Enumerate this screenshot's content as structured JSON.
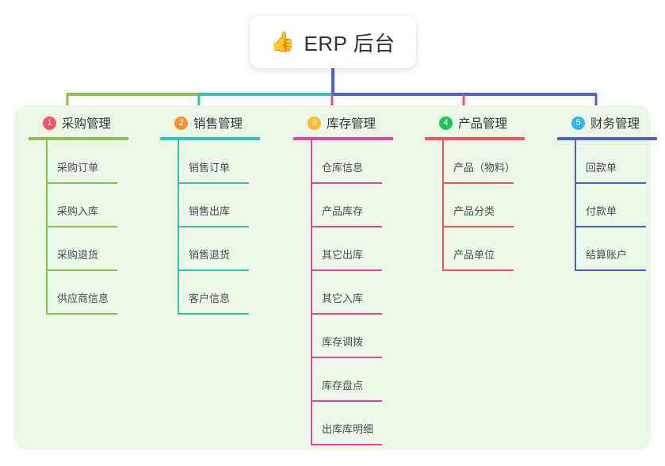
{
  "diagram": {
    "type": "mind-map",
    "background_color": "#ffffff",
    "panel_color": "#ecf7e7",
    "root": {
      "icon": "thumbs-up-icon",
      "emoji": "👍",
      "title": "ERP 后台"
    },
    "branches": [
      {
        "number": "1",
        "badge_color": "#f2536a",
        "line_color": "#8bc34a",
        "title": "采购管理",
        "leaves": [
          "采购订单",
          "采购入库",
          "采购退货",
          "供应商信息"
        ]
      },
      {
        "number": "2",
        "badge_color": "#f59034",
        "line_color": "#2ec4b0",
        "title": "销售管理",
        "leaves": [
          "销售订单",
          "销售出库",
          "销售退货",
          "客户信息"
        ]
      },
      {
        "number": "3",
        "badge_color": "#fbbe28",
        "line_color": "#e8439a",
        "title": "库存管理",
        "leaves": [
          "仓库信息",
          "产品库存",
          "其它出库",
          "其它入库",
          "库存调拨",
          "库存盘点",
          "出库库明细"
        ]
      },
      {
        "number": "4",
        "badge_color": "#22c35b",
        "line_color": "#fb4d5c",
        "title": "产品管理",
        "leaves": [
          "产品（物料）",
          "产品分类",
          "产品单位"
        ]
      },
      {
        "number": "5",
        "badge_color": "#30b7ea",
        "line_color": "#4b5fd1",
        "title": "财务管理",
        "leaves": [
          "回款单",
          "付款单",
          "结算账户"
        ]
      }
    ]
  }
}
